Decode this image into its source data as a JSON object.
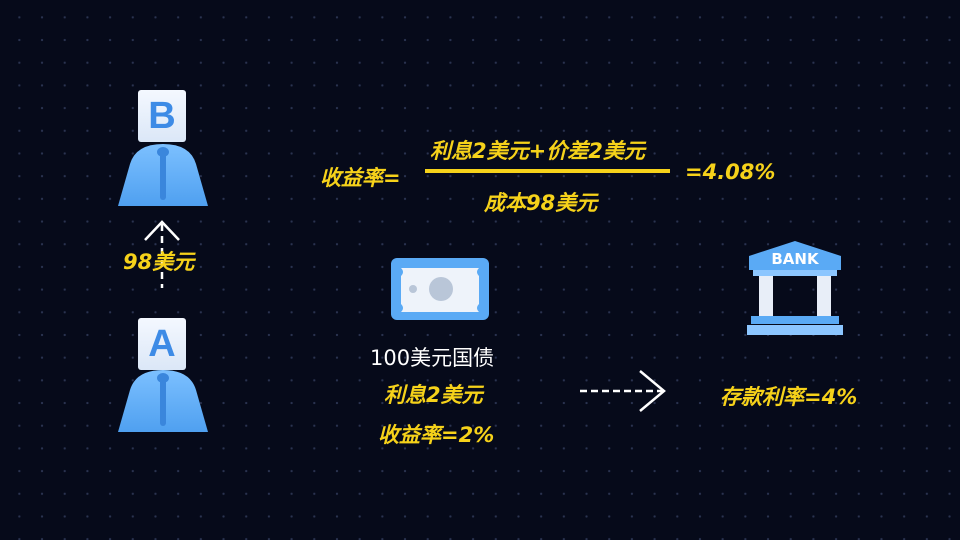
{
  "person_b": {
    "letter": "B"
  },
  "person_a": {
    "letter": "A"
  },
  "transfer_amount": "98美元",
  "formula": {
    "lhs": "收益率=",
    "numerator": "利息2美元+价差2美元",
    "denominator": "成本98美元",
    "result": "=4.08%"
  },
  "bond": {
    "name": "100美元国债",
    "interest": "利息2美元",
    "yield": "收益率=2%"
  },
  "bank": {
    "label": "BANK",
    "rate": "存款利率=4%"
  },
  "colors": {
    "accent": "#f6d21a",
    "icon_blue": "#5aa8f5",
    "background": "#060a1a"
  }
}
